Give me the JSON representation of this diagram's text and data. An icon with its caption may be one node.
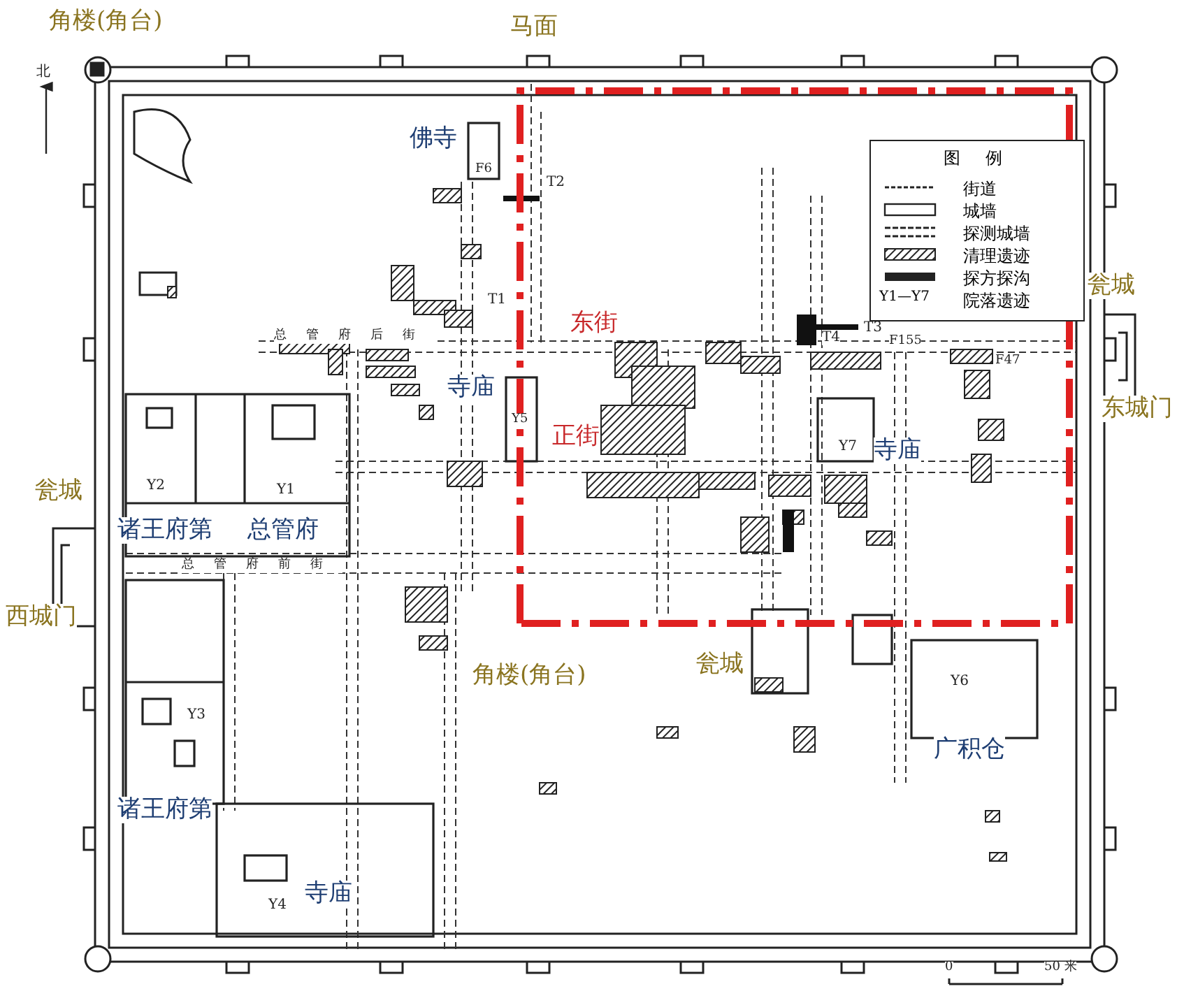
{
  "diagram": {
    "labels": [
      "角楼(角台)",
      "马面",
      "北",
      "佛寺",
      "F6",
      "T2",
      "图例",
      "总管府后街",
      "T1",
      "东街",
      "瓮城",
      "T4",
      "T3",
      "F155",
      "F47",
      "寺庙",
      "Y5",
      "东城门",
      "正街",
      "Y2",
      "Y1",
      "Y7",
      "寺庙",
      "瓮城",
      "诸王府第",
      "总管府",
      "总管府前街",
      "西城门",
      "角楼(角台)",
      "瓮城",
      "Y6",
      "Y3",
      "广积仓",
      "诸王府第",
      "Y4",
      "寺庙",
      "0",
      "50 米",
      "Y1—Y7"
    ],
    "legend": [
      {
        "text": "街道"
      },
      {
        "text": "城墙"
      },
      {
        "text": "探测城墙"
      },
      {
        "text": "清理遗迹"
      },
      {
        "text": "探方探沟"
      },
      {
        "text": "院落遗迹"
      }
    ]
  }
}
